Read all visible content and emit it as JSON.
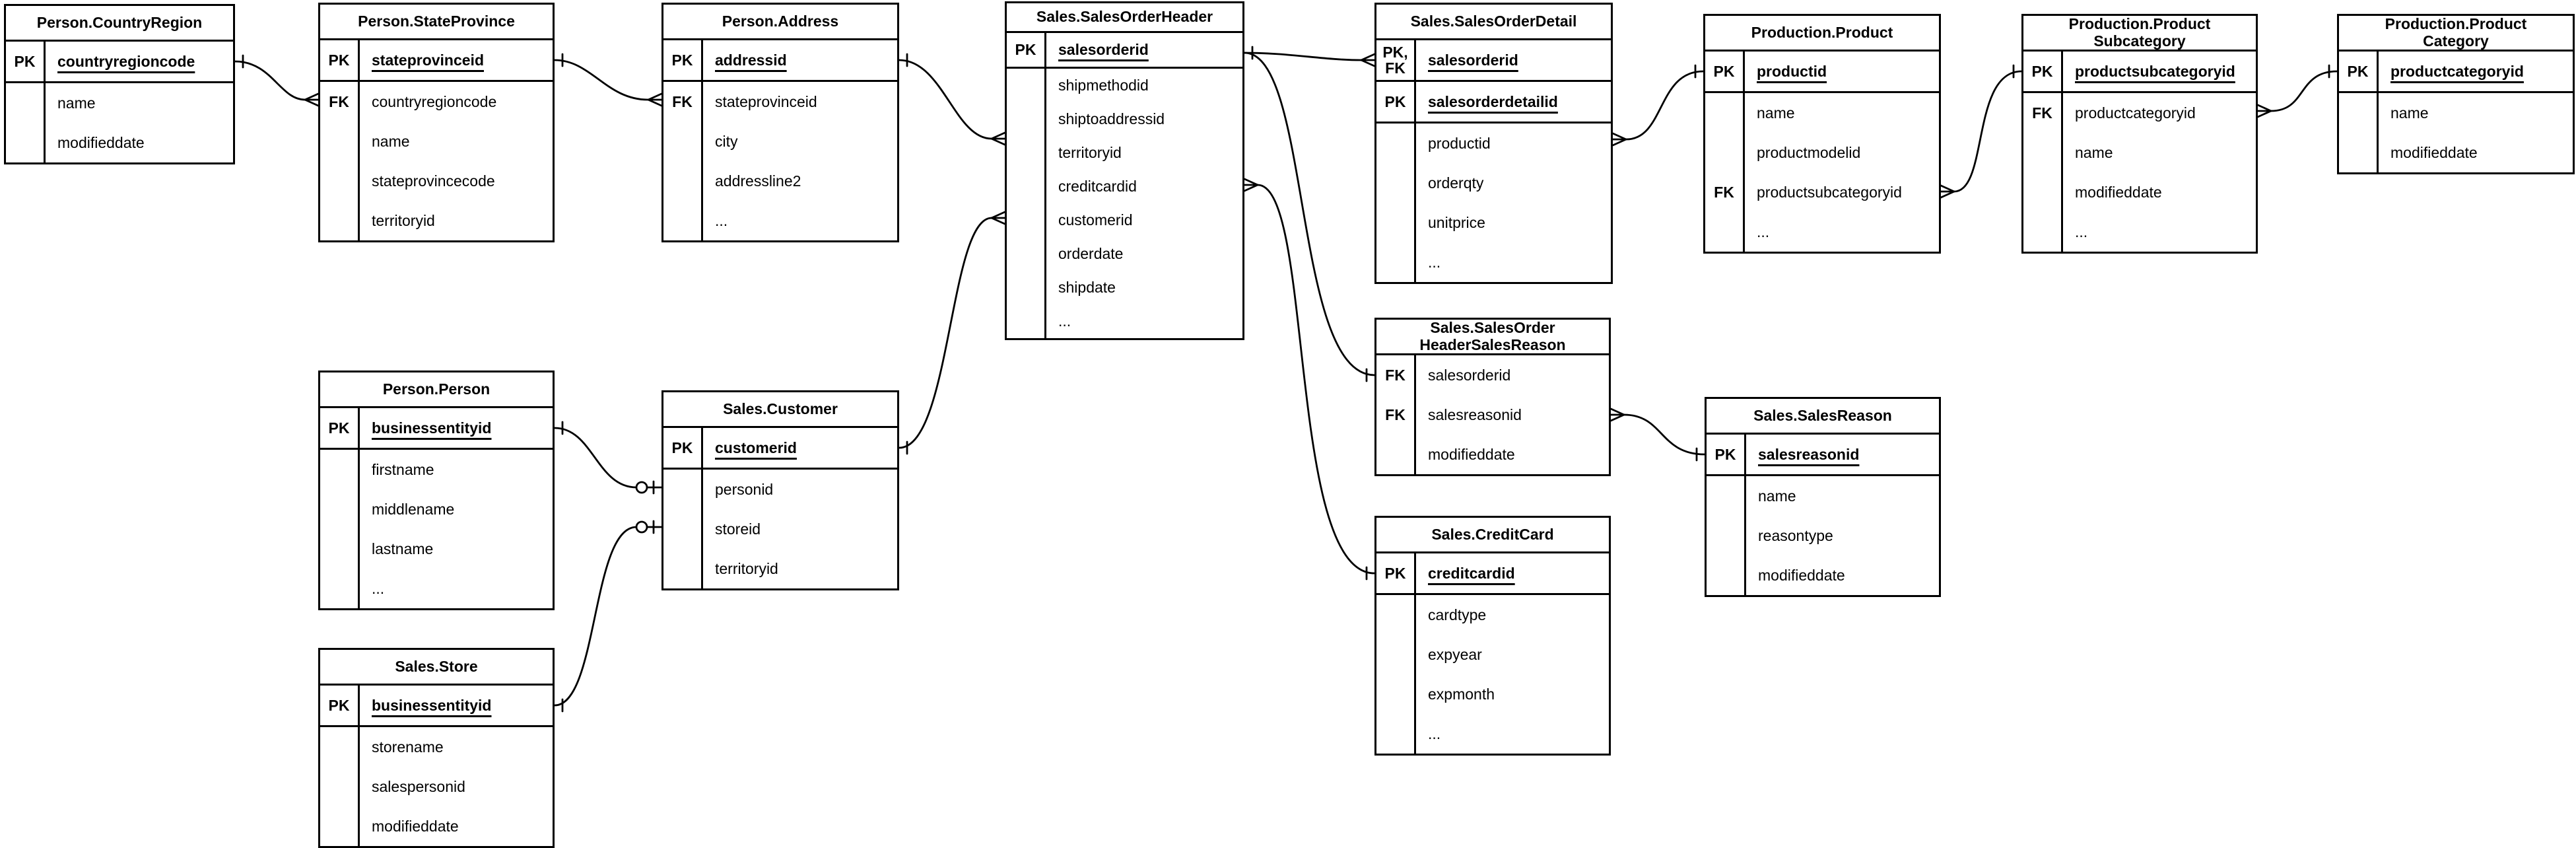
{
  "diagram_type": "entity-relationship",
  "entities": {
    "countryregion": {
      "title": "Person.CountryRegion",
      "keys": [
        {
          "tag": "PK",
          "name": "countryregioncode"
        }
      ],
      "attrs": [
        {
          "tag": "",
          "name": "name"
        },
        {
          "tag": "",
          "name": "modifieddate"
        }
      ]
    },
    "stateprovince": {
      "title": "Person.StateProvince",
      "keys": [
        {
          "tag": "PK",
          "name": "stateprovinceid"
        }
      ],
      "attrs": [
        {
          "tag": "FK",
          "name": "countryregioncode"
        },
        {
          "tag": "",
          "name": "name"
        },
        {
          "tag": "",
          "name": "stateprovincecode"
        },
        {
          "tag": "",
          "name": "territoryid"
        }
      ]
    },
    "address": {
      "title": "Person.Address",
      "keys": [
        {
          "tag": "PK",
          "name": "addressid"
        }
      ],
      "attrs": [
        {
          "tag": "FK",
          "name": "stateprovinceid"
        },
        {
          "tag": "",
          "name": "city"
        },
        {
          "tag": "",
          "name": "addressline2"
        },
        {
          "tag": "",
          "name": "..."
        }
      ]
    },
    "salesorderheader": {
      "title": "Sales.SalesOrderHeader",
      "keys": [
        {
          "tag": "PK",
          "name": "salesorderid"
        }
      ],
      "attrs": [
        {
          "tag": "",
          "name": "shipmethodid"
        },
        {
          "tag": "",
          "name": "shiptoaddressid"
        },
        {
          "tag": "",
          "name": "territoryid"
        },
        {
          "tag": "",
          "name": "creditcardid"
        },
        {
          "tag": "",
          "name": "customerid"
        },
        {
          "tag": "",
          "name": "orderdate"
        },
        {
          "tag": "",
          "name": "shipdate"
        },
        {
          "tag": "",
          "name": "..."
        }
      ]
    },
    "salesorderdetail": {
      "title": "Sales.SalesOrderDetail",
      "keys": [
        {
          "tag": "PK,\nFK",
          "name": "salesorderid"
        },
        {
          "tag": "PK",
          "name": "salesorderdetailid"
        }
      ],
      "attrs": [
        {
          "tag": "",
          "name": "productid"
        },
        {
          "tag": "",
          "name": "orderqty"
        },
        {
          "tag": "",
          "name": "unitprice"
        },
        {
          "tag": "",
          "name": "..."
        }
      ]
    },
    "product": {
      "title": "Production.Product",
      "keys": [
        {
          "tag": "PK",
          "name": "productid"
        }
      ],
      "attrs": [
        {
          "tag": "",
          "name": "name"
        },
        {
          "tag": "",
          "name": "productmodelid"
        },
        {
          "tag": "FK",
          "name": "productsubcategoryid"
        },
        {
          "tag": "",
          "name": "..."
        }
      ]
    },
    "productsubcategory": {
      "title": "Production.Product\nSubcategory",
      "keys": [
        {
          "tag": "PK",
          "name": "productsubcategoryid"
        }
      ],
      "attrs": [
        {
          "tag": "FK",
          "name": "productcategoryid"
        },
        {
          "tag": "",
          "name": "name"
        },
        {
          "tag": "",
          "name": "modifieddate"
        },
        {
          "tag": "",
          "name": "..."
        }
      ]
    },
    "productcategory": {
      "title": "Production.Product\nCategory",
      "keys": [
        {
          "tag": "PK",
          "name": "productcategoryid"
        }
      ],
      "attrs": [
        {
          "tag": "",
          "name": "name"
        },
        {
          "tag": "",
          "name": "modifieddate"
        }
      ]
    },
    "person": {
      "title": "Person.Person",
      "keys": [
        {
          "tag": "PK",
          "name": "businessentityid"
        }
      ],
      "attrs": [
        {
          "tag": "",
          "name": "firstname"
        },
        {
          "tag": "",
          "name": "middlename"
        },
        {
          "tag": "",
          "name": "lastname"
        },
        {
          "tag": "",
          "name": "..."
        }
      ]
    },
    "customer": {
      "title": "Sales.Customer",
      "keys": [
        {
          "tag": "PK",
          "name": "customerid"
        }
      ],
      "attrs": [
        {
          "tag": "",
          "name": "personid"
        },
        {
          "tag": "",
          "name": "storeid"
        },
        {
          "tag": "",
          "name": "territoryid"
        }
      ]
    },
    "store": {
      "title": "Sales.Store",
      "keys": [
        {
          "tag": "PK",
          "name": "businessentityid"
        }
      ],
      "attrs": [
        {
          "tag": "",
          "name": "storename"
        },
        {
          "tag": "",
          "name": "salespersonid"
        },
        {
          "tag": "",
          "name": "modifieddate"
        }
      ]
    },
    "sohsr": {
      "title": "Sales.SalesOrder\nHeaderSalesReason",
      "keys": [],
      "attrs": [
        {
          "tag": "FK",
          "name": "salesorderid"
        },
        {
          "tag": "FK",
          "name": "salesreasonid"
        },
        {
          "tag": "",
          "name": "modifieddate"
        }
      ]
    },
    "salesreason": {
      "title": "Sales.SalesReason",
      "keys": [
        {
          "tag": "PK",
          "name": "salesreasonid"
        }
      ],
      "attrs": [
        {
          "tag": "",
          "name": "name"
        },
        {
          "tag": "",
          "name": "reasontype"
        },
        {
          "tag": "",
          "name": "modifieddate"
        }
      ]
    },
    "creditcard": {
      "title": "Sales.CreditCard",
      "keys": [
        {
          "tag": "PK",
          "name": "creditcardid"
        }
      ],
      "attrs": [
        {
          "tag": "",
          "name": "cardtype"
        },
        {
          "tag": "",
          "name": "expyear"
        },
        {
          "tag": "",
          "name": "expmonth"
        },
        {
          "tag": "",
          "name": "..."
        }
      ]
    }
  },
  "relationships": [
    {
      "from": "Person.CountryRegion.countryregioncode",
      "from_card": "exactly-one",
      "to": "Person.StateProvince.countryregioncode",
      "to_card": "many"
    },
    {
      "from": "Person.StateProvince.stateprovinceid",
      "from_card": "exactly-one",
      "to": "Person.Address.stateprovinceid",
      "to_card": "many"
    },
    {
      "from": "Person.Address.addressid",
      "from_card": "exactly-one",
      "to": "Sales.SalesOrderHeader.shiptoaddressid",
      "to_card": "many"
    },
    {
      "from": "Person.Person.businessentityid",
      "from_card": "exactly-one",
      "to": "Sales.Customer.personid",
      "to_card": "zero-or-one"
    },
    {
      "from": "Sales.Store.businessentityid",
      "from_card": "exactly-one",
      "to": "Sales.Customer.storeid",
      "to_card": "zero-or-one"
    },
    {
      "from": "Sales.Customer.customerid",
      "from_card": "exactly-one",
      "to": "Sales.SalesOrderHeader.customerid",
      "to_card": "many"
    },
    {
      "from": "Sales.SalesOrderHeader.salesorderid",
      "from_card": "exactly-one",
      "to": "Sales.SalesOrderDetail.salesorderid",
      "to_card": "many"
    },
    {
      "from": "Sales.SalesOrderHeader.salesorderid",
      "from_card": "exactly-one",
      "to": "Sales.SalesOrderHeaderSalesReason.salesorderid",
      "to_card": "exactly-one"
    },
    {
      "from": "Sales.CreditCard.creditcardid",
      "from_card": "exactly-one",
      "to": "Sales.SalesOrderHeader.creditcardid",
      "to_card": "many"
    },
    {
      "from": "Production.Product.productid",
      "from_card": "exactly-one",
      "to": "Sales.SalesOrderDetail.productid",
      "to_card": "many"
    },
    {
      "from": "Production.ProductSubcategory.productsubcategoryid",
      "from_card": "exactly-one",
      "to": "Production.Product.productsubcategoryid",
      "to_card": "many"
    },
    {
      "from": "Production.ProductCategory.productcategoryid",
      "from_card": "exactly-one",
      "to": "Production.ProductSubcategory.productcategoryid",
      "to_card": "many"
    },
    {
      "from": "Sales.SalesReason.salesreasonid",
      "from_card": "exactly-one",
      "to": "Sales.SalesOrderHeaderSalesReason.salesreasonid",
      "to_card": "many"
    }
  ],
  "colors": {
    "line": "#000000",
    "background": "#ffffff",
    "text": "#000000"
  }
}
